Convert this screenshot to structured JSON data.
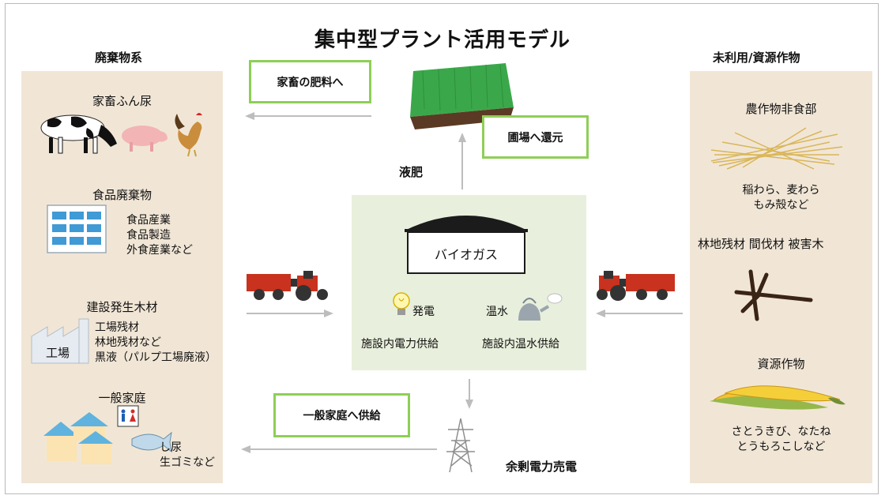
{
  "title": "集中型プラント活用モデル",
  "left": {
    "heading": "廃棄物系",
    "sections": [
      {
        "title": "家畜ふん尿"
      },
      {
        "title": "食品廃棄物",
        "lines": [
          "食品産業",
          "食品製造",
          "外食産業など"
        ]
      },
      {
        "title": "建設発生木材",
        "building": "工場",
        "lines": [
          "工場残材",
          "林地残材など",
          "黒液（パルプ工場廃液）"
        ]
      },
      {
        "title": "一般家庭",
        "lines": [
          "し尿",
          "生ゴミなど"
        ]
      }
    ]
  },
  "right": {
    "heading": "未利用/資源作物",
    "sections": [
      {
        "title": "農作物非食部",
        "lines": [
          "稲わら、麦わら",
          "もみ殻など"
        ]
      },
      {
        "title": "林地残材 間伐材 被害木"
      },
      {
        "title": "資源作物",
        "lines": [
          "さとうきび、なたね",
          "とうもろこしなど"
        ]
      }
    ]
  },
  "plant": {
    "tank_label": "バイオガス",
    "power_label": "発電",
    "hotwater_label": "温水",
    "power_supply": "施設内電力供給",
    "hotwater_supply": "施設内温水供給"
  },
  "flows": {
    "fertilizer": "家畜の肥料へ",
    "field_return": "圃場へ還元",
    "liquid_fertilizer": "液肥",
    "household_supply": "一般家庭へ供給",
    "surplus_power": "余剰電力売電"
  },
  "colors": {
    "panel": "#f1e6d6",
    "center": "#e8efdc",
    "callout_border": "#8fce57",
    "tractor": "#c8321e"
  }
}
